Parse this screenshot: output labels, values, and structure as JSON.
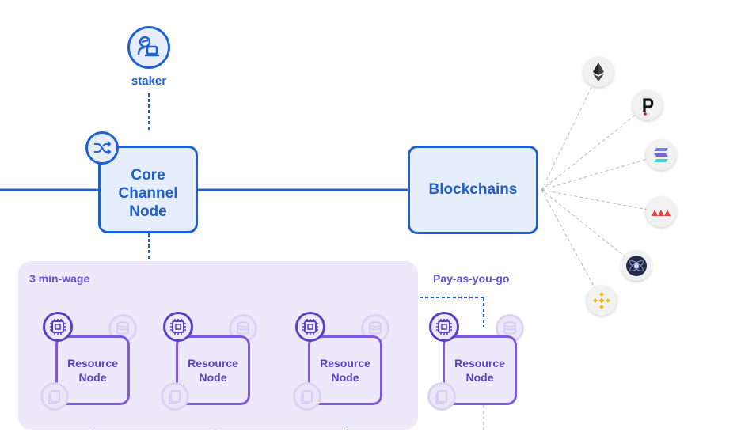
{
  "staker": {
    "label": "staker"
  },
  "core_node": {
    "label_line1": "Core",
    "label_line2": "Channel",
    "label_line3": "Node"
  },
  "blockchains": {
    "label": "Blockchains"
  },
  "groups": {
    "min_wage_label": "3 min-wage",
    "pay_label": "Pay-as-you-go"
  },
  "resource_nodes": [
    {
      "line1": "Resource",
      "line2": "Node"
    },
    {
      "line1": "Resource",
      "line2": "Node"
    },
    {
      "line1": "Resource",
      "line2": "Node"
    },
    {
      "line1": "Resource",
      "line2": "Node"
    }
  ],
  "chains": [
    {
      "icon": "ethereum-icon"
    },
    {
      "icon": "polkadot-icon"
    },
    {
      "icon": "solana-icon"
    },
    {
      "icon": "avalanche-icon"
    },
    {
      "icon": "cosmos-icon"
    },
    {
      "icon": "bnb-icon"
    }
  ],
  "colors": {
    "primary_blue": "#1f5fcf",
    "node_fill": "#e6eefb",
    "resource_purple": "#7c5ad9",
    "panel_fill": "#ede9fb"
  }
}
